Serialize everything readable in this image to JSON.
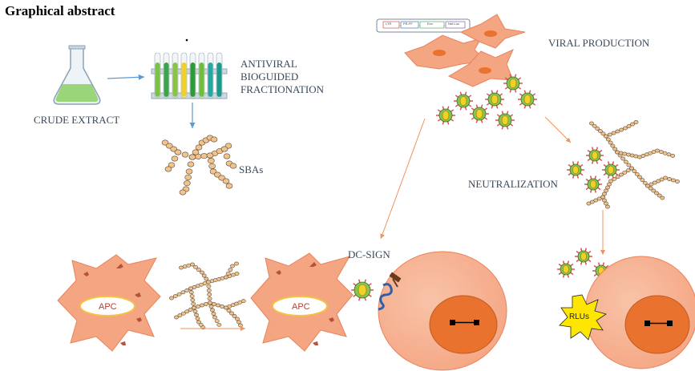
{
  "title": "Graphical abstract",
  "labels": {
    "crude_extract": "CRUDE EXTRACT",
    "antiviral_fractionation": [
      "ANTIVIRAL",
      "BIOGUIDED",
      "FRACTIONATION"
    ],
    "sbas": "SBAs",
    "viral_production": "VIRAL PRODUCTION",
    "neutralization": "NEUTRALIZATION",
    "dc_sign": "DC-SIGN",
    "apc": "APC",
    "rlus": "RLUs"
  },
  "plasmid_segments": [
    "LTR",
    "PR-FF",
    "Env",
    "Nef-Luc"
  ],
  "colors": {
    "cell_fill": "#f4a582",
    "cell_stroke": "#e8835c",
    "nucleus": "#e8722e",
    "arrow_blue": "#5b9bd5",
    "arrow_orange": "#f0935a",
    "virus_core": "#8bc34a",
    "virus_spike": "#d9534f",
    "sba_bead": "#f2c48d"
  }
}
